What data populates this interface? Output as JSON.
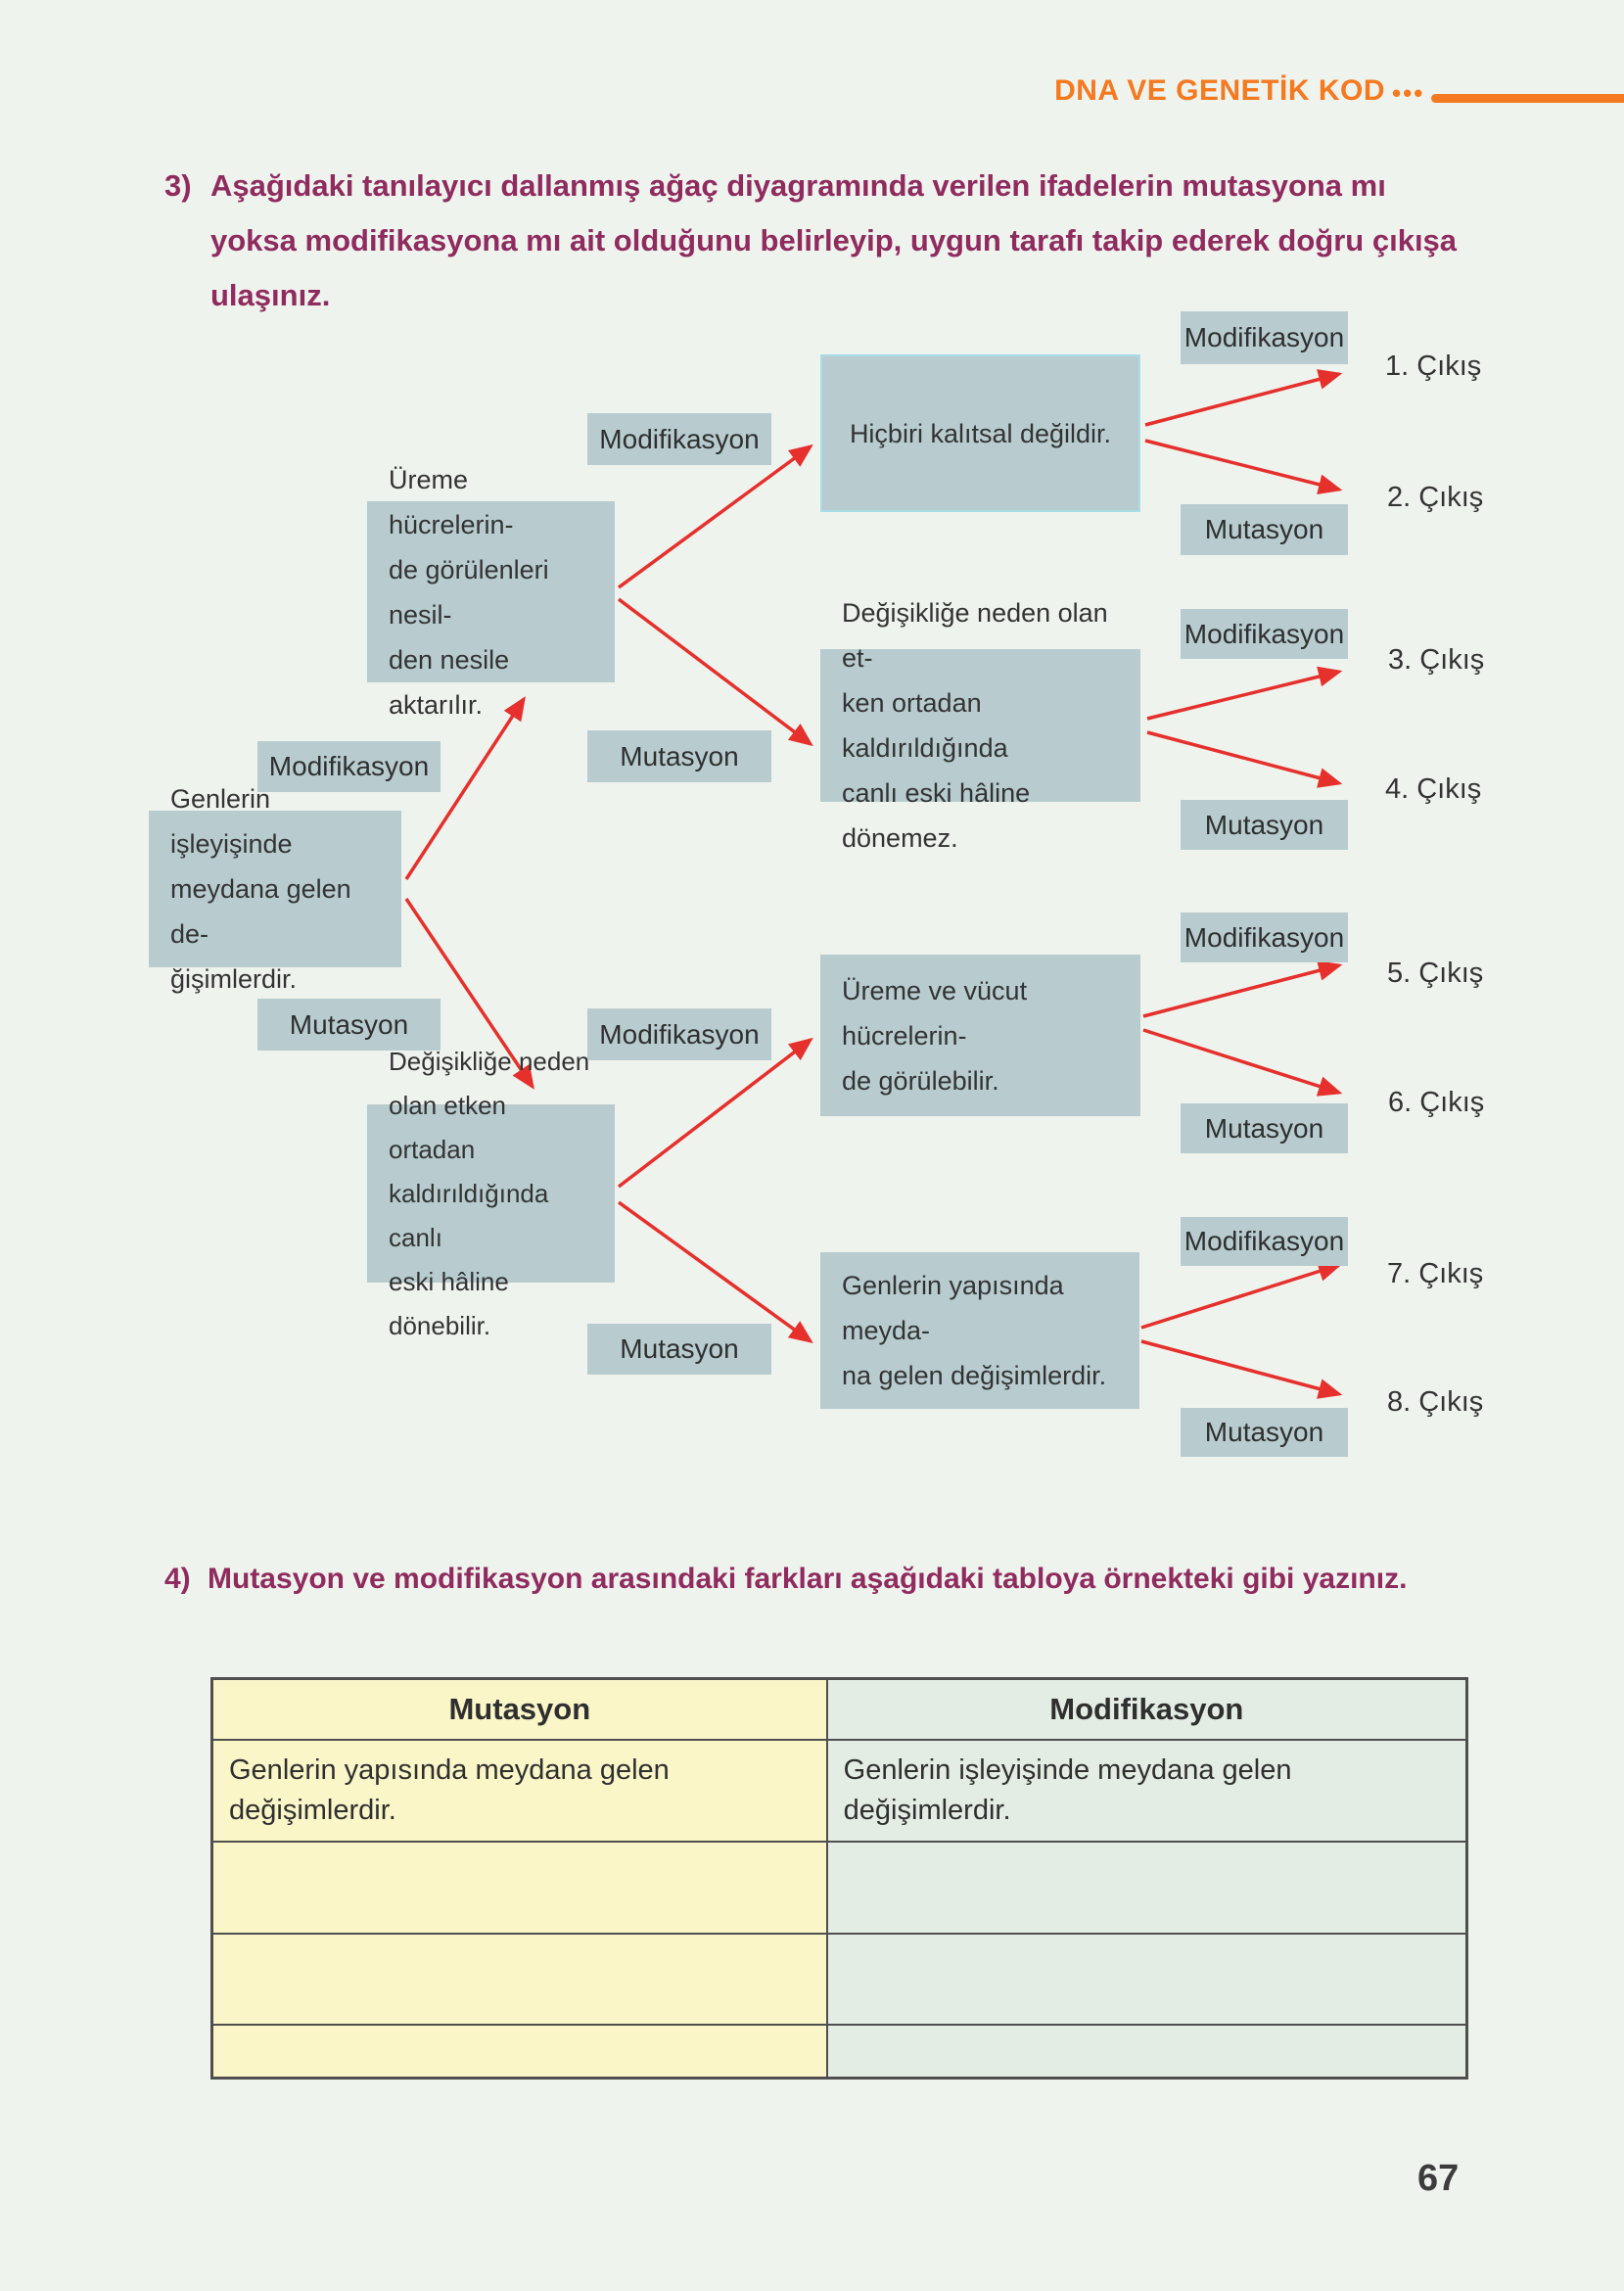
{
  "header": {
    "title": "DNA VE GENETİK KOD",
    "dots": "•••"
  },
  "q3": {
    "number": "3)",
    "text": "Aşağıdaki tanılayıcı dallanmış ağaç diyagramında verilen ifadelerin mutasyona mı yoksa modifikasyona mı ait olduğunu belirleyip, uygun tarafı takip ederek doğru çıkışa ulaşınız."
  },
  "diagram": {
    "root": "Genlerin işleyişinde\nmeydana gelen de-\nğişimlerdir.",
    "level1_labels": [
      "Modifikasyon",
      "Mutasyon"
    ],
    "level2_boxes": [
      "Üreme hücrelerin-\nde görülenleri nesil-\nden nesile aktarılır.",
      "Değişikliğe neden\nolan etken ortadan\nkaldırıldığında canlı\neski hâline dönebilir."
    ],
    "level2_labels": [
      "Modifikasyon",
      "Mutasyon",
      "Modifikasyon",
      "Mutasyon"
    ],
    "level3_boxes": [
      "Hiçbiri kalıtsal değildir.",
      "Değişikliğe neden olan et-\nken ortadan kaldırıldığında\ncanlı eski hâline dönemez.",
      "Üreme ve vücut hücrelerin-\nde görülebilir.",
      "Genlerin yapısında meyda-\nna gelen değişimlerdir."
    ],
    "level3_labels": [
      "Modifikasyon",
      "Mutasyon",
      "Modifikasyon",
      "Mutasyon",
      "Modifikasyon",
      "Mutasyon",
      "Modifikasyon",
      "Mutasyon"
    ],
    "exits": [
      "1. Çıkış",
      "2. Çıkış",
      "3. Çıkış",
      "4. Çıkış",
      "5. Çıkış",
      "6. Çıkış",
      "7. Çıkış",
      "8. Çıkış"
    ]
  },
  "q4": {
    "number": "4)",
    "text": "Mutasyon ve modifikasyon arasındaki farkları aşağıdaki tabloya örnekteki gibi yazınız."
  },
  "table": {
    "headers": [
      "Mutasyon",
      "Modifikasyon"
    ],
    "rows": [
      [
        "Genlerin yapısında meydana gelen değişimlerdir.",
        "Genlerin işleyişinde meydana gelen değişimlerdir."
      ],
      [
        "",
        ""
      ],
      [
        "",
        ""
      ],
      [
        "",
        ""
      ]
    ]
  },
  "page": {
    "number": "67"
  },
  "colors": {
    "accent_orange": "#f4791f",
    "question_text": "#8f2b5e",
    "box_fill": "#b8ccd0",
    "box_a_border": "#a9dde8",
    "arrow_red": "#e5302c",
    "table_left_bg": "#faf6c8",
    "table_right_bg": "#e4ede3",
    "page_bg": "#eff3ee"
  }
}
